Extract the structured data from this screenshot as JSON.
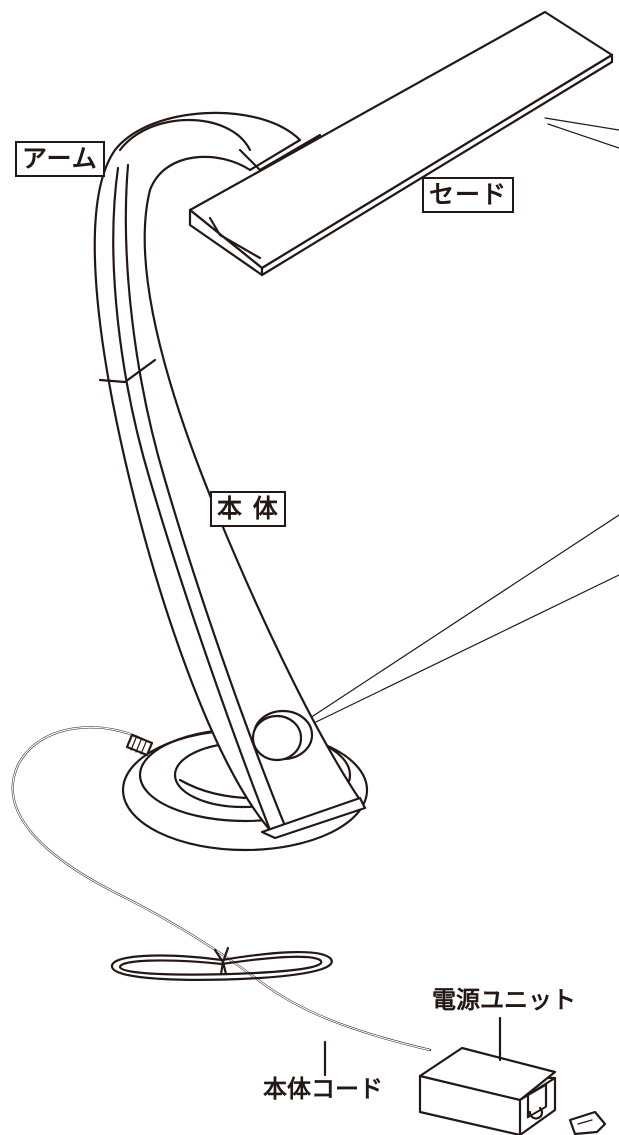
{
  "labels": {
    "arm": "アーム",
    "shade": "セード",
    "body": "本 体",
    "power_unit": "電源ユニット",
    "body_cord": "本体コード"
  },
  "colors": {
    "line": "#231815",
    "background": "#ffffff"
  }
}
